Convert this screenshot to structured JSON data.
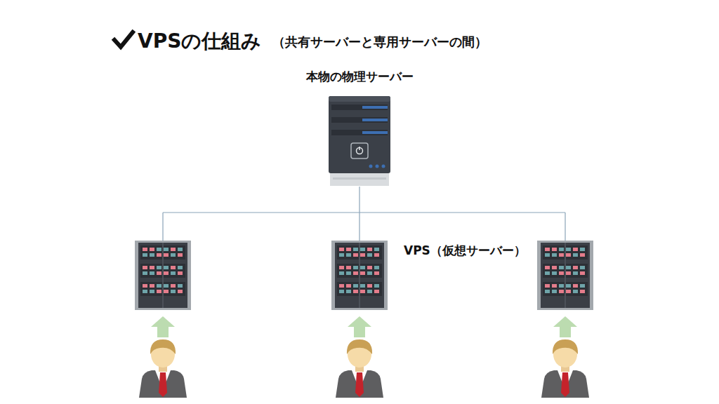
{
  "diagram": {
    "title": "VPSの仕組み",
    "nodes": [
      {
        "text": [
          "本物の物理サーバー"
        ]
      }
    ],
    "labels": [
      "（共有サーバーと専用サーバーの間）",
      "VPS（仮想サーバー）"
    ]
  }
}
